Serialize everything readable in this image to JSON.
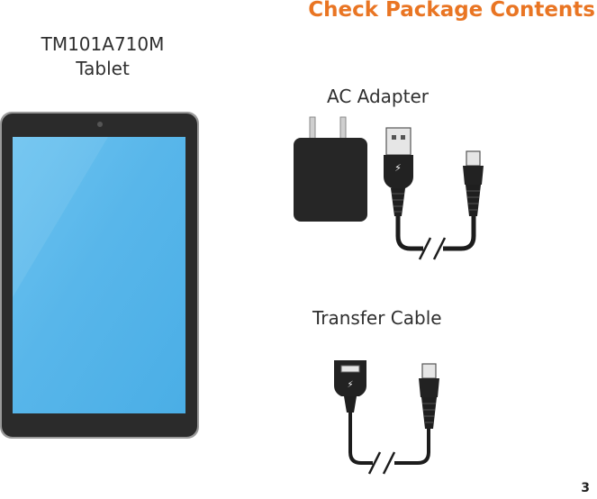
{
  "heading": "Check Package Contents",
  "tablet": {
    "model": "TM101A710M",
    "name": "Tablet"
  },
  "adapter": {
    "label": "AC Adapter"
  },
  "cable": {
    "label": "Transfer Cable"
  },
  "page_number": "3",
  "colors": {
    "heading": "#e97523",
    "screen": "#56b4e8",
    "bezel": "#2b2b2b"
  }
}
